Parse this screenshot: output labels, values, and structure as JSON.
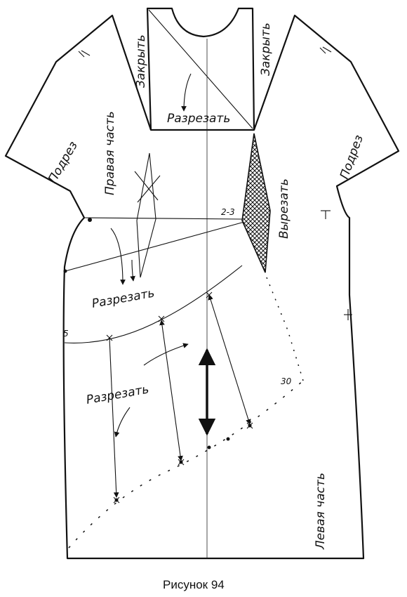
{
  "figure": {
    "caption": "Рисунок 94"
  },
  "labels": {
    "close_left": "Закрыть",
    "close_right": "Закрыть",
    "cut_neck": "Разрезать",
    "hem_left": "Подрез",
    "hem_right": "Подрез",
    "right_part": "Правая часть",
    "cut_out": "Вырезать",
    "point_2_3": "2-3",
    "cut_middle": "Разрезать",
    "point_5": "5",
    "cut_lower": "Разрезать",
    "point_30": "30",
    "left_part": "Левая часть"
  },
  "colors": {
    "line": "#111111",
    "background": "#ffffff"
  }
}
